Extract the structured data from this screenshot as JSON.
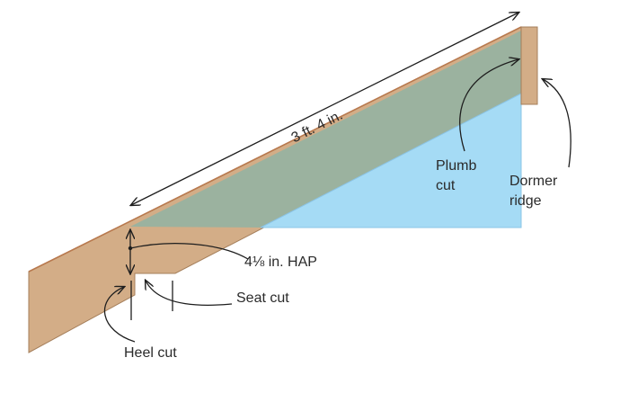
{
  "labels": {
    "length": "3 ft. 4 in.",
    "hap": "4⅛ in. HAP",
    "seat_cut": "Seat cut",
    "heel_cut": "Heel cut",
    "plumb_cut_line1": "Plumb",
    "plumb_cut_line2": "cut",
    "dormer_ridge_line1": "Dormer",
    "dormer_ridge_line2": "ridge"
  },
  "colors": {
    "lumber": "#d3ad87",
    "lumber_edge": "#a57f5b",
    "top_edge": "#b8794e",
    "green_overlay": "#9bb29f",
    "blue_triangle": "#a5dbf5",
    "blue_edge": "#8bc4e6",
    "ridge_board": "#d3ad87",
    "line": "#1e1e1e"
  }
}
